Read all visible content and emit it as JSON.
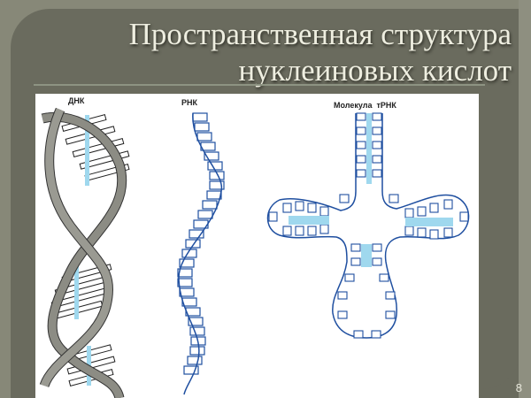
{
  "slide": {
    "title_line1": "Пространственная структура",
    "title_line2": "нуклеиновых кислот",
    "page_number": "8"
  },
  "figure": {
    "labels": {
      "dna": "ДНК",
      "rna": "РНК",
      "trna": "Молекула  тРНК"
    }
  },
  "colors": {
    "background": "#6a6b5e",
    "frame": "#878878",
    "title_text": "#eeeee0",
    "strand_gray": "#8c8c84",
    "base_blue": "#9fd8ee",
    "outline_blue": "#1f4fa0"
  }
}
